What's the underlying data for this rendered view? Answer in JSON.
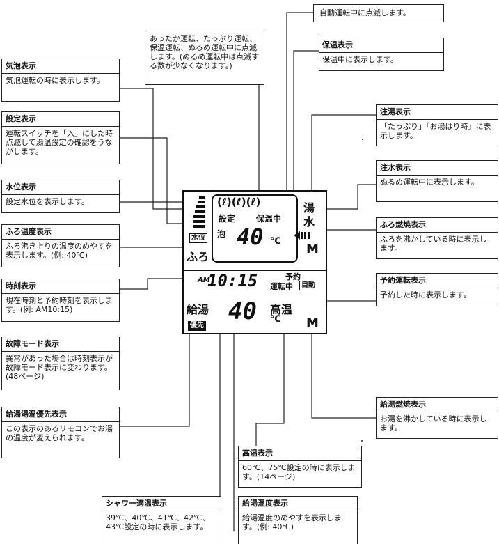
{
  "annotations": {
    "kihou": {
      "title": "気泡表示",
      "text": "気泡運転の時に表示します。"
    },
    "settei": {
      "title": "設定表示",
      "text": "運転スイッチを「入」にした時点滅して湯温設定の確認をうながします。"
    },
    "suii": {
      "title": "水位表示",
      "text": "設定水位を表示します。"
    },
    "furo_ondo": {
      "title": "ふろ温度表示",
      "text": "ふろ沸き上りの温度のめやすを表示します。(例: 40℃)"
    },
    "jikoku": {
      "title": "時刻表示",
      "text": "現在時刻と予約時刻を表示します。(例: AM10:15)"
    },
    "koshou": {
      "title": "故障モード表示",
      "text": "異常があった場合は時刻表示が故障モード表示に変わります。(48ページ)"
    },
    "yusen": {
      "title": "給湯湯温優先表示",
      "text": "この表示のあるリモコンでお湯の温度が変えられます。"
    },
    "unten_top": {
      "text": "あったか運転、たっぷり運転、保温運転、ぬるめ運転中に点滅します。(ぬるめ運転中は点滅する数が少なくなります。)"
    },
    "jidou": {
      "text": "自動運転中に点滅します。"
    },
    "hoon": {
      "title": "保温表示",
      "text": "保温中に表示します。"
    },
    "chuuto": {
      "title": "注湯表示",
      "text": "「たっぷり」「お湯はり時」に表示します。"
    },
    "chuusui": {
      "title": "注水表示",
      "text": "ぬるめ運転中に表示します。"
    },
    "furo_nenshou": {
      "title": "ふろ燃焼表示",
      "text": "ふろを沸かしている時に表示します。"
    },
    "yoyaku": {
      "title": "予約運転表示",
      "text": "予約した時に表示します。"
    },
    "kyuutou_nenshou": {
      "title": "給湯燃焼表示",
      "text": "お湯を沸かしている時に表示します。"
    },
    "kouon": {
      "title": "高温表示",
      "text": "60℃、75℃設定の時に表示します。(14ページ)"
    },
    "shower": {
      "title": "シャワー適温表示",
      "text": "39℃、40℃、41℃、42℃、43℃設定の時に表示します。"
    },
    "kyuutou_ondo": {
      "title": "給湯温度表示",
      "text": "給湯温度のめやすを表示します。(例: 40℃)"
    }
  },
  "lcd": {
    "mode_icons": "(ℓ)(ℓ)(ℓ)",
    "yu": "湯",
    "mizu": "水",
    "settei": "設定",
    "hoon_chuu": "保温中",
    "awa": "泡",
    "suii": "水位",
    "furo": "ふろ",
    "furo_temp": "40",
    "unit_c": "℃",
    "am": "AM",
    "time": "10:15",
    "yoyaku": "予約",
    "unten_chuu": "運転中",
    "jidou": "自動",
    "kyuutou": "給湯",
    "kyuutou_temp": "40",
    "kouon": "高温",
    "yusen": "優先",
    "flame": "M"
  }
}
